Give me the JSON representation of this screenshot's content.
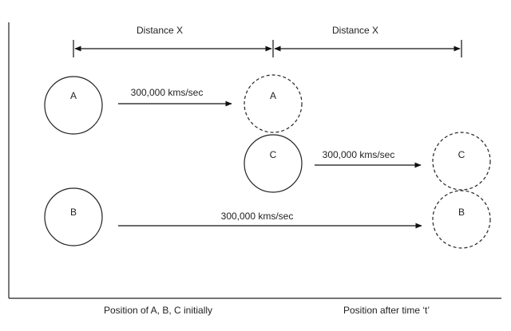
{
  "distance_labels": {
    "left": "Distance X",
    "right": "Distance X"
  },
  "speed_labels": {
    "a": "300,000 kms/sec",
    "c": "300,000 kms/sec",
    "b": "300,000 kms/sec"
  },
  "circles": {
    "a_initial": "A",
    "c_initial": "C",
    "b_initial": "B",
    "a_after": "A",
    "c_after": "C",
    "b_after": "B"
  },
  "captions": {
    "initial": "Position of A, B, C initially",
    "after": "Position after time ‘t’"
  }
}
